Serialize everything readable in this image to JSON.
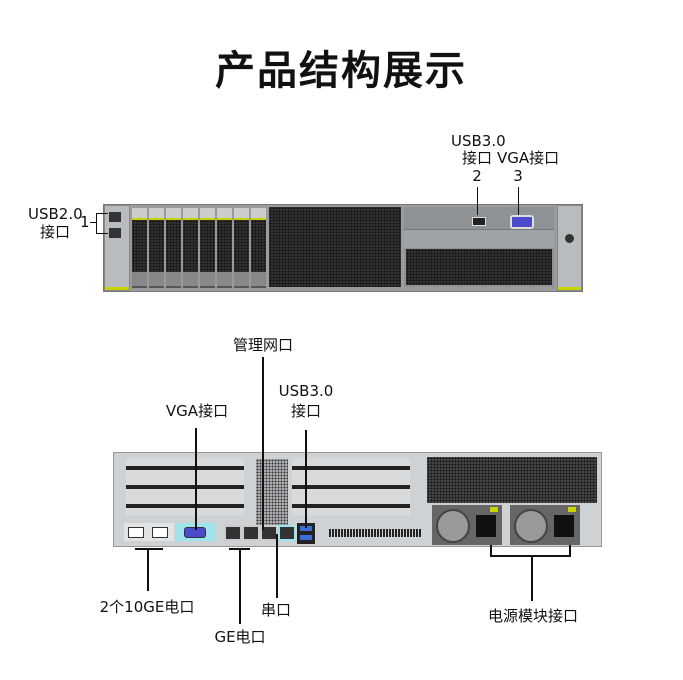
{
  "title": "产品结构展示",
  "front": {
    "usb2": {
      "number": "1",
      "label_line1": "USB2.0",
      "label_line2": "接口"
    },
    "usb3": {
      "number": "2",
      "label_line1": "USB3.0",
      "label_line2": "接口"
    },
    "vga": {
      "number": "3",
      "label": "VGA接口"
    }
  },
  "rear": {
    "mgmt": "管理网口",
    "usb3_line1": "USB3.0",
    "usb3_line2": "接口",
    "vga": "VGA接口",
    "ge10": "2个10GE电口",
    "ge": "GE电口",
    "serial": "串口",
    "psu": "电源模块接口"
  },
  "colors": {
    "accent_yellow": "#c8d400",
    "vga_blue": "#4a4acb",
    "highlight_cyan": "#9fe3ec"
  }
}
